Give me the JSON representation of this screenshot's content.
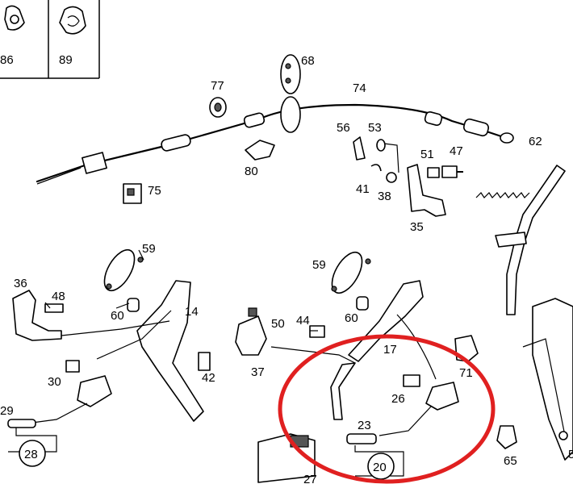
{
  "labels": {
    "p86": "86",
    "p89": "89",
    "p68": "68",
    "p77": "77",
    "p74": "74",
    "p56": "56",
    "p53": "53",
    "p62": "62",
    "p51": "51",
    "p47": "47",
    "p80": "80",
    "p75": "75",
    "p41": "41",
    "p38": "38",
    "p35": "35",
    "p59a": "59",
    "p36": "36",
    "p48": "48",
    "p60a": "60",
    "p14": "14",
    "p59b": "59",
    "p60b": "60",
    "p50": "50",
    "p44": "44",
    "p17": "17",
    "p42": "42",
    "p37": "37",
    "p30": "30",
    "p71": "71",
    "p26": "26",
    "p29": "29",
    "p23": "23",
    "p28": "28",
    "p20": "20",
    "p27": "27",
    "p65": "65",
    "p5": "5"
  },
  "colors": {
    "highlight_ring": "#e02020",
    "line": "#000000",
    "background": "#ffffff"
  }
}
